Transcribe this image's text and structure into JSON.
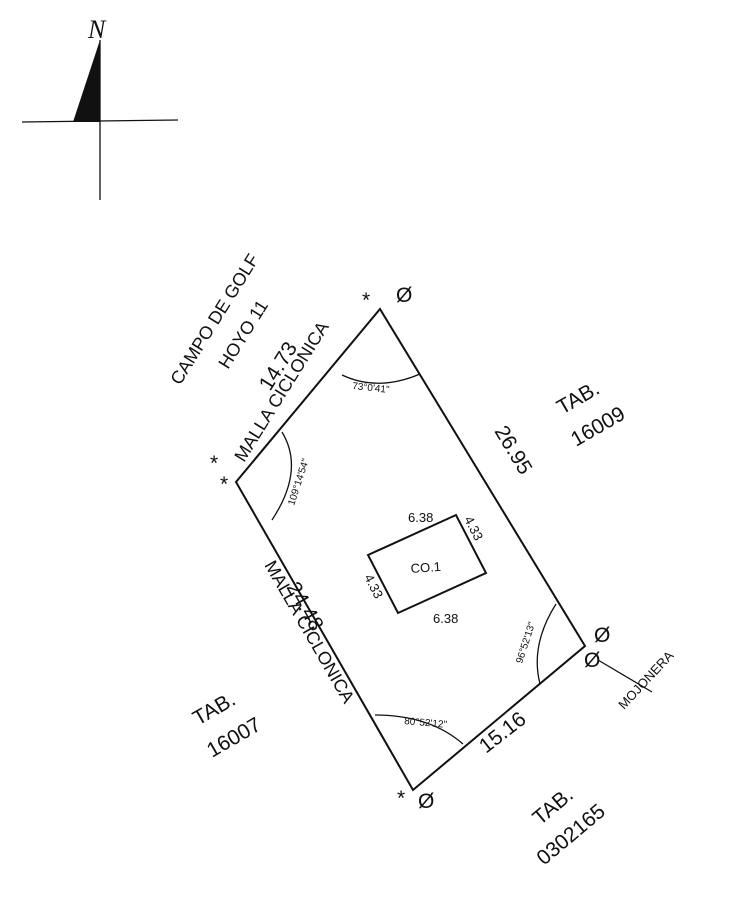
{
  "north": {
    "label": "N"
  },
  "golf": {
    "line1": "CAMPO DE GOLF",
    "line2": "HOYO 11"
  },
  "edges": {
    "top_length": "14.73",
    "right_length": "26.95",
    "bottom_length": "15.16",
    "left_length": "24.48",
    "top_fence": "MALLA CICLONICA",
    "left_fence": "MALLA CICLONICA"
  },
  "angles": {
    "top_right": "73°0'41\"",
    "top_left": "109°14'54\"",
    "bottom_right": "96°52'13\"",
    "bottom_left": "80°52'12\""
  },
  "building": {
    "label": "CO.1",
    "top": "6.38",
    "bottom": "6.38",
    "right": "4.33",
    "left": "4.33"
  },
  "neighbors": {
    "right_tab": "TAB.",
    "right_num": "16009",
    "left_tab": "TAB.",
    "left_num": "16007",
    "bottom_tab": "TAB.",
    "bottom_num": "0302165"
  },
  "markers": {
    "asterisk": "*",
    "diameter": "Ø",
    "mojonera": "MOJONERA"
  }
}
